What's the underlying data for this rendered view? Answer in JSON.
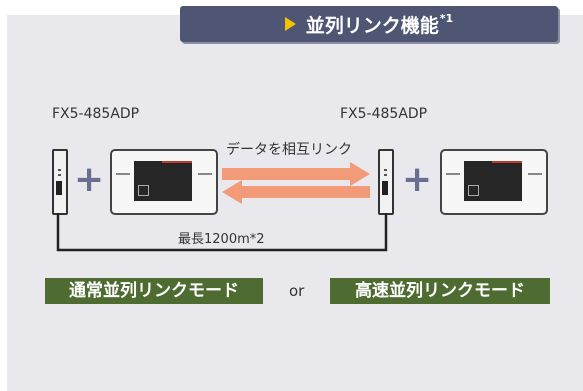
{
  "title": {
    "text": "並列リンク機能",
    "note": "*1"
  },
  "colors": {
    "banner": "#4e5674",
    "triangle": "#f3c300",
    "arrow": "#f39a78",
    "mode_bg": "#4e6b31",
    "background": "#e9e8ec"
  },
  "left_adapter_label": "FX5-485ADP",
  "right_adapter_label": "FX5-485ADP",
  "link_label": "データを相互リンク",
  "cable_label": "最長1200m*2",
  "plus_symbol": "+",
  "modes": {
    "left": "通常並列リンクモード",
    "or": "or",
    "right": "高速並列リンクモード"
  },
  "icons": [
    "triangle-icon",
    "adapter-icon",
    "plc-icon",
    "arrow-right-icon",
    "arrow-left-icon"
  ]
}
